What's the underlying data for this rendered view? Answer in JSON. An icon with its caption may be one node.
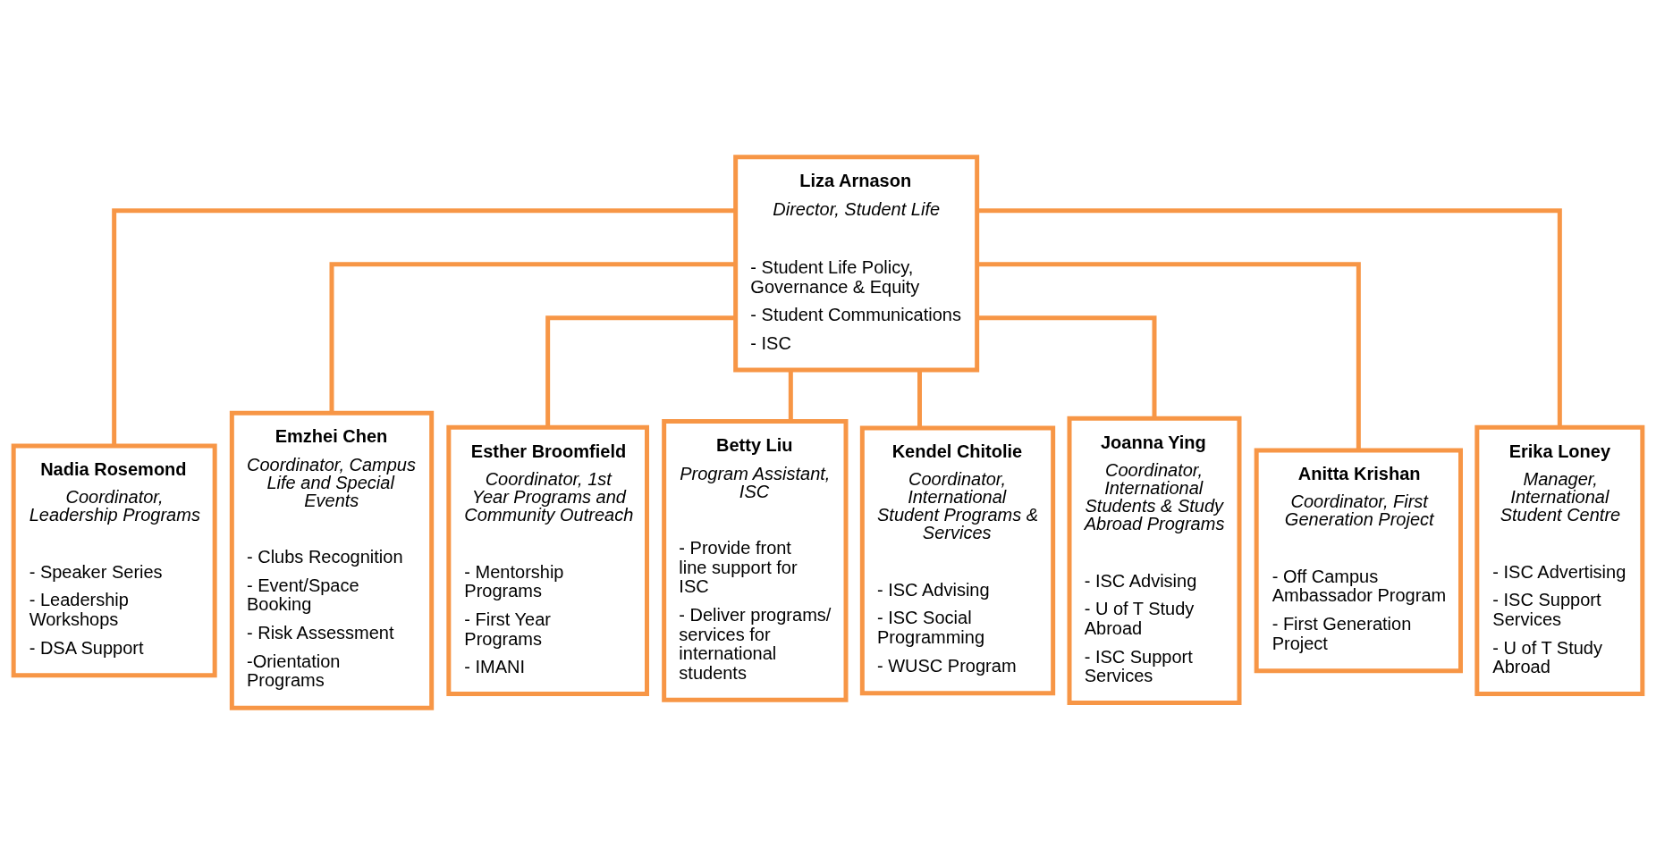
{
  "diagram": {
    "nodes": [
      {
        "text": [
          "Liza Arnason",
          "Director, Student Life",
          "- Student Life Policy, Governance & Equity",
          "- Student Communications",
          "- ISC"
        ]
      },
      {
        "text": [
          "Nadia Rosemond",
          "Coordinator, Leadership Programs",
          "- Speaker Series",
          "- Leadership Workshops",
          "- DSA Support"
        ]
      },
      {
        "text": [
          "Emzhei Chen",
          "Coordinator, Campus Life and Special Events",
          "- Clubs Recognition",
          "- Event/Space Booking",
          "- Risk Assessment",
          "-Orientation Programs"
        ]
      },
      {
        "text": [
          "Esther Broomfield",
          "Coordinator, 1st Year Programs and Community Outreach",
          "- Mentorship Programs",
          "- First Year Programs",
          "- IMANI"
        ]
      },
      {
        "text": [
          "Betty Liu",
          "Program Assistant, ISC",
          "- Provide front line support for ISC",
          "- Deliver programs/ services for international students"
        ]
      },
      {
        "text": [
          "Kendel Chitolie",
          "Coordinator, International Student Programs & Services",
          "- ISC Advising",
          "- ISC Social Programming",
          "- WUSC Program"
        ]
      },
      {
        "text": [
          "Joanna Ying",
          "Coordinator, International Students & Study Abroad Programs",
          "- ISC Advising",
          "- U of T Study Abroad",
          "- ISC Support Services"
        ]
      },
      {
        "text": [
          "Anitta Krishan",
          "Coordinator, First Generation Project",
          "- Off Campus Ambassador Program",
          "- First Generation Project"
        ]
      },
      {
        "text": [
          "Erika Loney",
          "Manager, International Student Centre",
          "- ISC Advertising",
          "- ISC Support Services",
          "- U of T Study Abroad"
        ]
      }
    ],
    "edges": [
      {
        "from": 0,
        "to": 1,
        "arrow": "none"
      },
      {
        "from": 0,
        "to": 2,
        "arrow": "none"
      },
      {
        "from": 0,
        "to": 3,
        "arrow": "none"
      },
      {
        "from": 0,
        "to": 4,
        "arrow": "none"
      },
      {
        "from": 0,
        "to": 5,
        "arrow": "none"
      },
      {
        "from": 0,
        "to": 6,
        "arrow": "none"
      },
      {
        "from": 0,
        "to": 7,
        "arrow": "none"
      },
      {
        "from": 0,
        "to": 8,
        "arrow": "none"
      }
    ]
  }
}
